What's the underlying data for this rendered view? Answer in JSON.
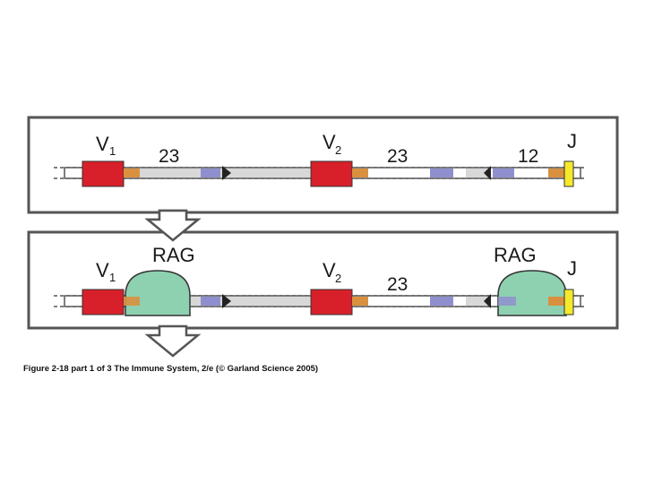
{
  "panel1": {
    "v1_label": "V",
    "v1_sub": "1",
    "spacer1": "23",
    "v2_label": "V",
    "v2_sub": "2",
    "spacer2": "23",
    "spacer3": "12",
    "j_label": "J"
  },
  "panel2": {
    "rag1_label": "RAG",
    "v1_label": "V",
    "v1_sub": "1",
    "v2_label": "V",
    "v2_sub": "2",
    "spacer2": "23",
    "rag2_label": "RAG",
    "j_label": "J"
  },
  "caption": "Figure 2-18 part 1 of 3  The Immune System, 2/e (© Garland Science 2005)",
  "colors": {
    "gene_segment": "#d7202a",
    "heptamer": "#d9903f",
    "nonamer": "#8f8fcf",
    "j_segment": "#f4ea2a",
    "rag": "#8ed1b0",
    "spacer_dna": "#d8d8d8",
    "panel_border": "#555555"
  }
}
